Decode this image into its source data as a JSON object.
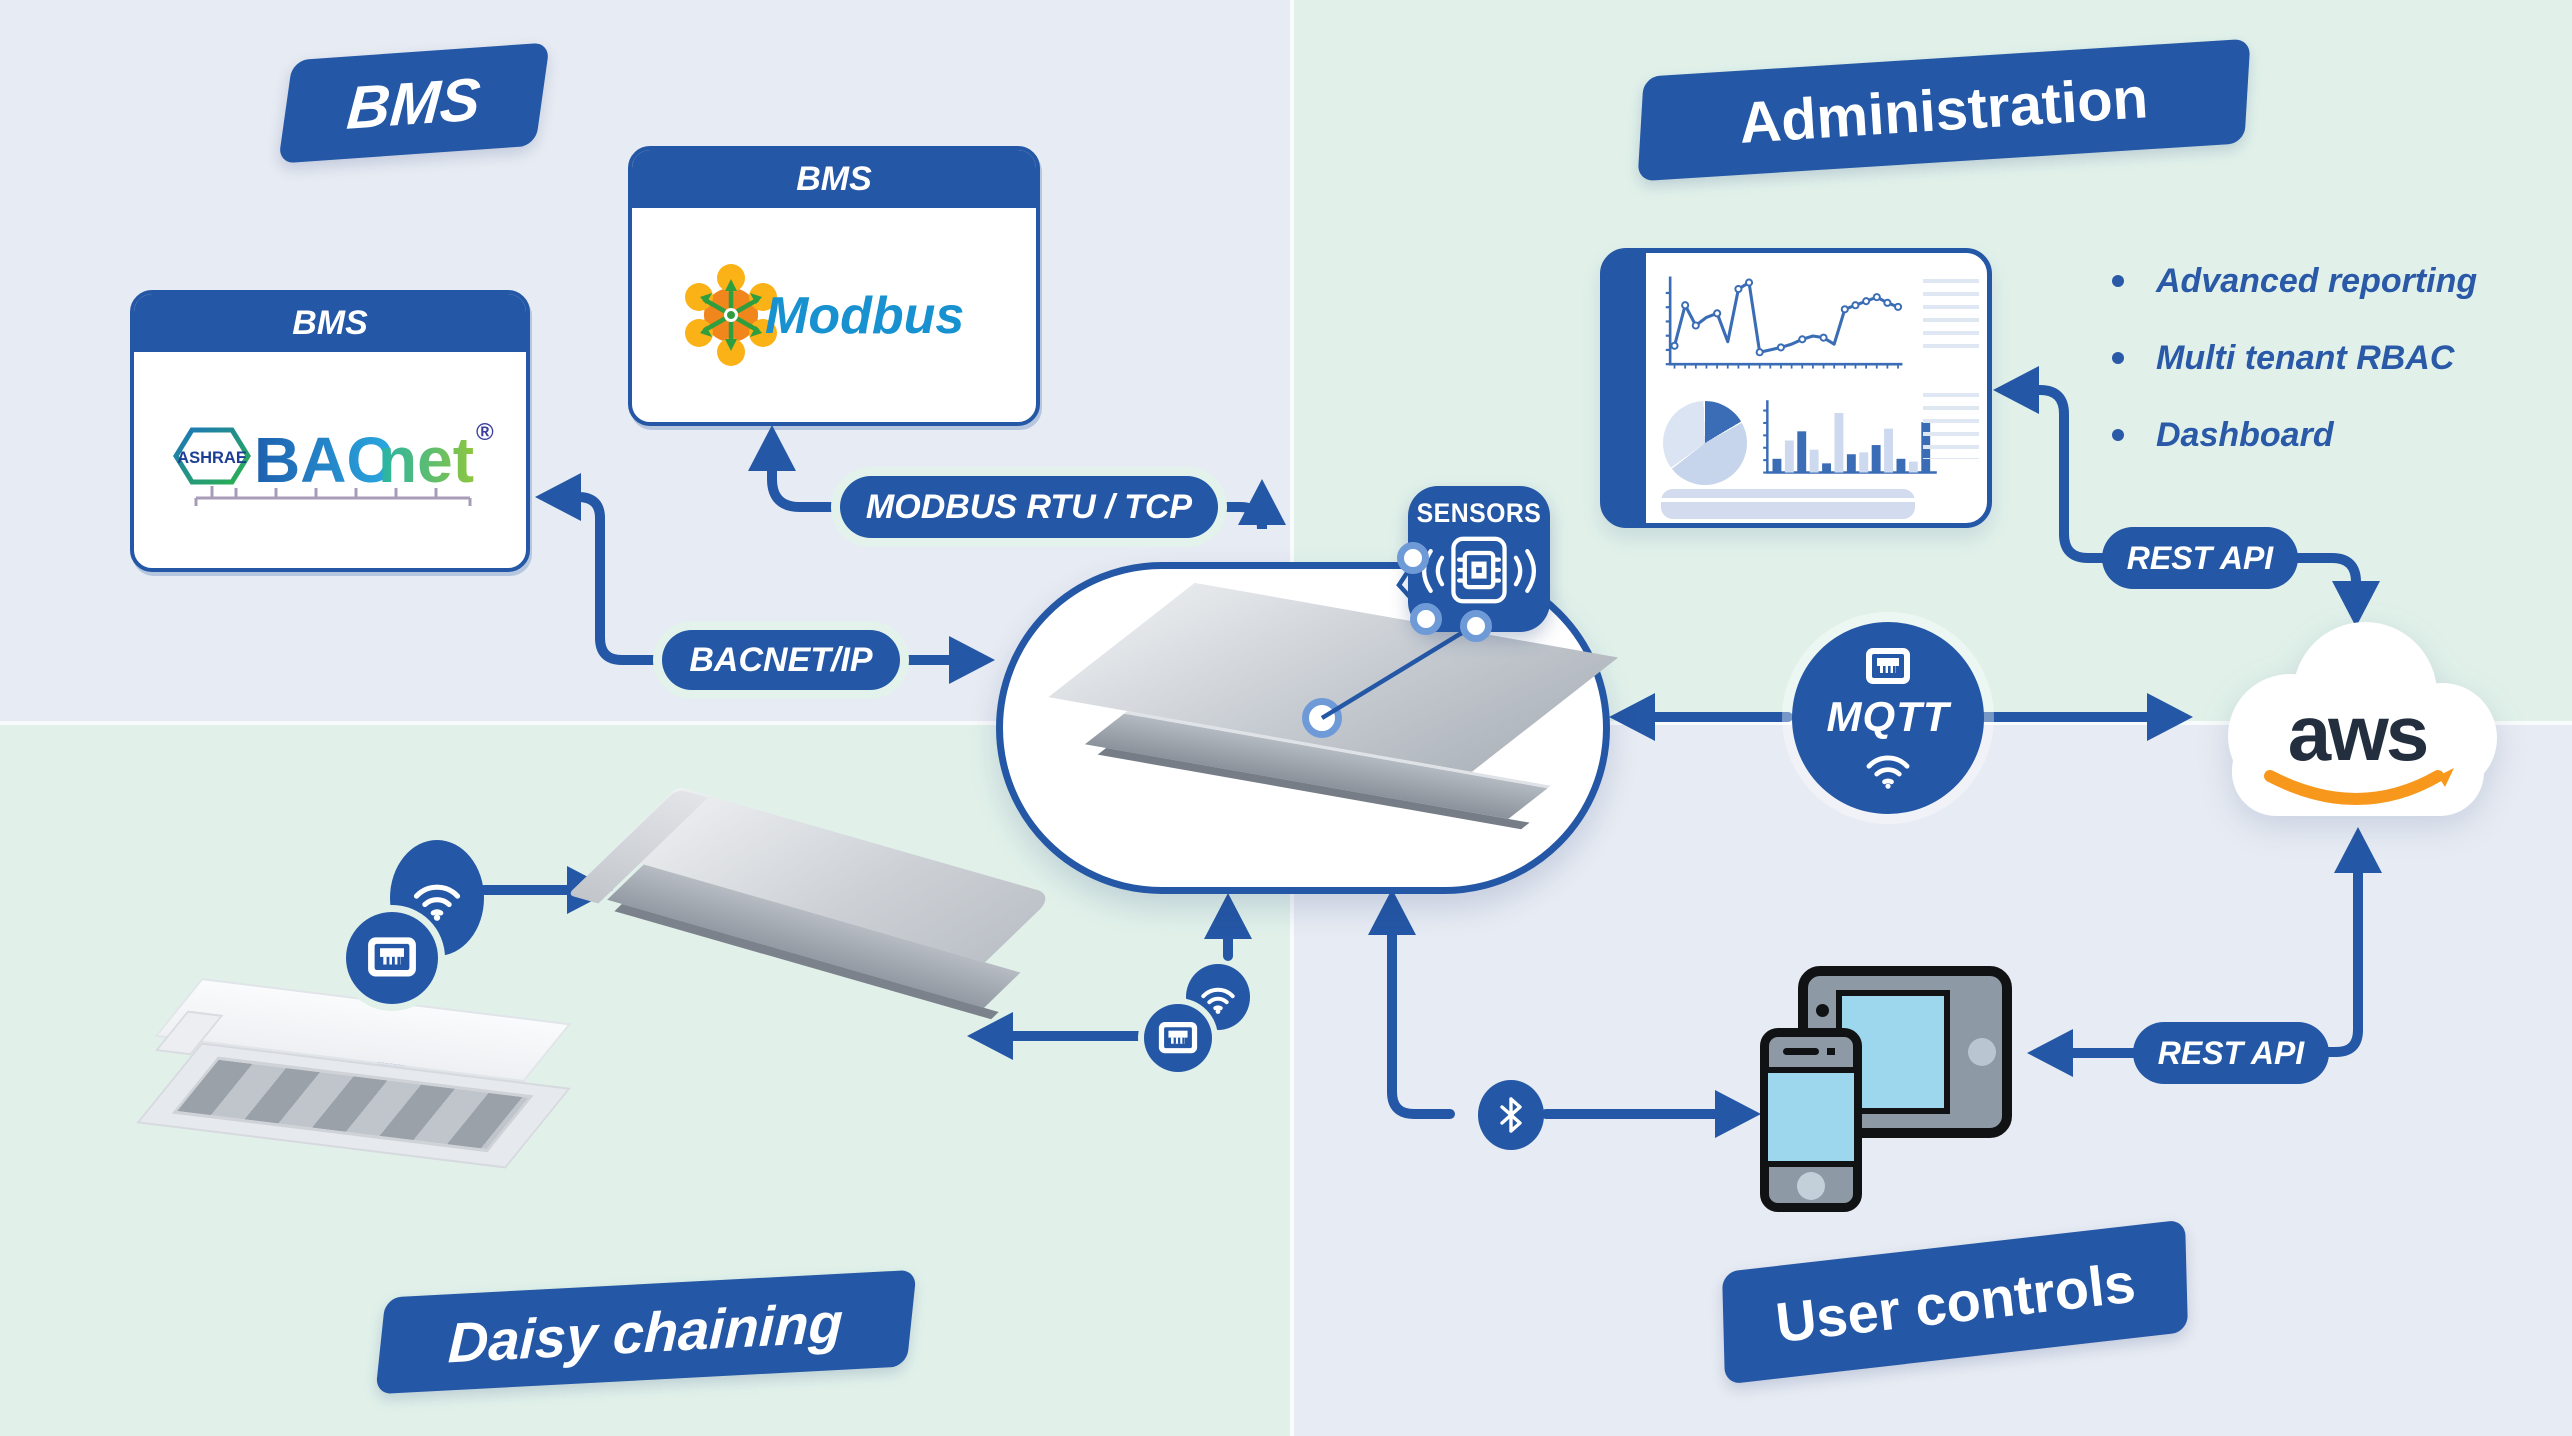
{
  "palette": {
    "primary_blue": "#2457a5",
    "bg_blue_gray": "#e7ebf3",
    "bg_mint": "#e1f1ea",
    "aws_orange": "#f7981d",
    "aws_navy": "#232f3e",
    "modbus_blue": "#1791cf",
    "modbus_yellow": "#fbb217",
    "modbus_orange": "#f0861c",
    "modbus_green": "#2f9e3f",
    "screen_blue": "#9cd7ee",
    "chart_blue": "#3a6db5",
    "chart_light": "#ccd9ee"
  },
  "banners": {
    "bms": "BMS",
    "administration": "Administration",
    "daisy_chaining": "Daisy chaining",
    "user_controls": "User controls"
  },
  "cards": {
    "bacnet": {
      "header": "BMS",
      "logo_ashrae": "ASHRAE",
      "logo_bac": "BAC",
      "logo_net": "net",
      "logo_reg": "®"
    },
    "modbus": {
      "header": "BMS",
      "logo_text": "Modbus"
    }
  },
  "pills": {
    "modbus_rtu_tcp": "MODBUS RTU / TCP",
    "bacnet_ip": "BACNET/IP",
    "rest_api_top": "REST API",
    "rest_api_bottom": "REST API",
    "mqtt": "MQTT",
    "sensors": "SENSORS"
  },
  "administration": {
    "bullets": [
      "Advanced reporting",
      "Multi tenant RBAC",
      "Dashboard"
    ]
  },
  "aws": {
    "logo_text": "aws"
  },
  "chart_data": [
    {
      "type": "line",
      "context": "admin-dashboard-line-chart",
      "x_count": 22,
      "values": [
        2,
        7,
        4.5,
        5.5,
        6,
        2.5,
        9,
        9.8,
        1.2,
        1.5,
        1.8,
        2.2,
        2.8,
        3.2,
        3,
        2.2,
        6.5,
        7,
        7.5,
        8,
        7.3,
        6.8
      ],
      "ylim": [
        0,
        10
      ],
      "grid": false,
      "markers": true
    },
    {
      "type": "bar",
      "context": "admin-dashboard-bar-chart",
      "values": [
        1.5,
        3.5,
        4.5,
        2.5,
        1,
        6.5,
        2,
        2.2,
        3,
        4.8,
        1.5,
        1.2,
        5.5
      ],
      "colors": [
        "dark",
        "light",
        "dark",
        "light",
        "dark",
        "light",
        "dark",
        "light",
        "dark",
        "light",
        "dark",
        "light",
        "dark"
      ],
      "ylim": [
        0,
        7
      ]
    },
    {
      "type": "pie",
      "context": "admin-dashboard-pie-chart",
      "values": [
        17,
        48,
        35
      ],
      "slice_colors": [
        "#3a6db5",
        "#c7d5ec",
        "#dbe4f3"
      ]
    }
  ]
}
